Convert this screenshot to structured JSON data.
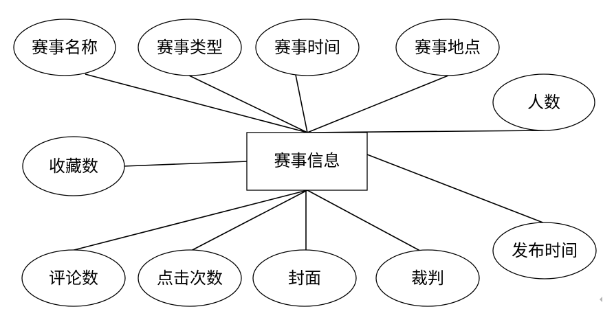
{
  "diagram": {
    "type": "er-diagram",
    "entity": {
      "label": "赛事信息"
    },
    "attributes": [
      {
        "key": "name",
        "label": "赛事名称"
      },
      {
        "key": "type",
        "label": "赛事类型"
      },
      {
        "key": "time",
        "label": "赛事时间"
      },
      {
        "key": "place",
        "label": "赛事地点"
      },
      {
        "key": "people",
        "label": "人数"
      },
      {
        "key": "favorites",
        "label": "收藏数"
      },
      {
        "key": "publish_time",
        "label": "发布时间"
      },
      {
        "key": "comments",
        "label": "评论数"
      },
      {
        "key": "clicks",
        "label": "点击次数"
      },
      {
        "key": "cover",
        "label": "封面"
      },
      {
        "key": "referee",
        "label": "裁判"
      }
    ],
    "colors": {
      "stroke": "#000000",
      "fill": "#ffffff",
      "background": "#ffffff"
    }
  }
}
